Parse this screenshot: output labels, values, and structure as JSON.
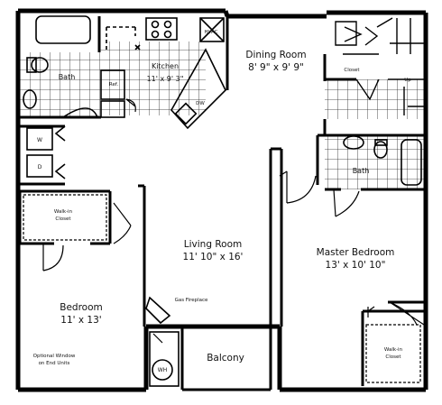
{
  "rooms": {
    "bath_1": {
      "name": "Bath"
    },
    "kitchen": {
      "name": "Kitchen",
      "size": "11' x 9' 3\""
    },
    "dining": {
      "name": "Dining Room",
      "size": "8' 9\" x 9' 9\""
    },
    "bath_2": {
      "name": "Bath"
    },
    "living": {
      "name": "Living Room",
      "size": "11' 10\" x 16'"
    },
    "master": {
      "name": "Master Bedroom",
      "size": "13' x 10' 10\""
    },
    "bedroom": {
      "name": "Bedroom",
      "size": "11' x 13'"
    },
    "balcony": {
      "name": "Balcony"
    },
    "walkin_1": {
      "line1": "Walk-in",
      "line2": "Closet"
    },
    "walkin_2": {
      "line1": "Walk-in",
      "line2": "Closet"
    }
  },
  "fixtures": {
    "ref": "Ref.",
    "hvac": "HVAC",
    "dw": "DW",
    "closet": "Closet",
    "up": "Up",
    "wh": "WH",
    "gas_fireplace": "Gas Fireplace",
    "washer": "W",
    "dryer": "D"
  },
  "notes": {
    "optional_window": {
      "line1": "Optional Window",
      "line2": "on End Units"
    }
  }
}
